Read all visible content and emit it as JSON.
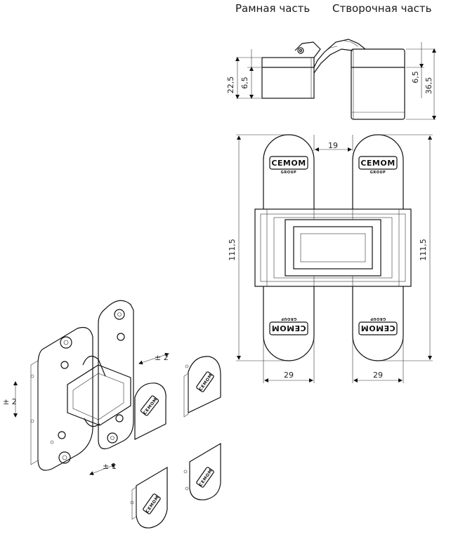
{
  "headers": {
    "frame_part": "Рамная часть",
    "sash_part": "Створочная часть"
  },
  "dimensions": {
    "side_total_left": "22,5",
    "side_inner_left": "6,5",
    "side_inner_right": "6,5",
    "side_total_right": "36,5",
    "gap": "19",
    "height_left": "111,5",
    "height_right": "111,5",
    "width_left": "29",
    "width_right": "29",
    "adj_horizontal": "± 2",
    "adj_vertical": "± 2",
    "adj_depth": "± 1"
  },
  "logo": {
    "brand": "CEMOM",
    "sub": "GROUP"
  }
}
